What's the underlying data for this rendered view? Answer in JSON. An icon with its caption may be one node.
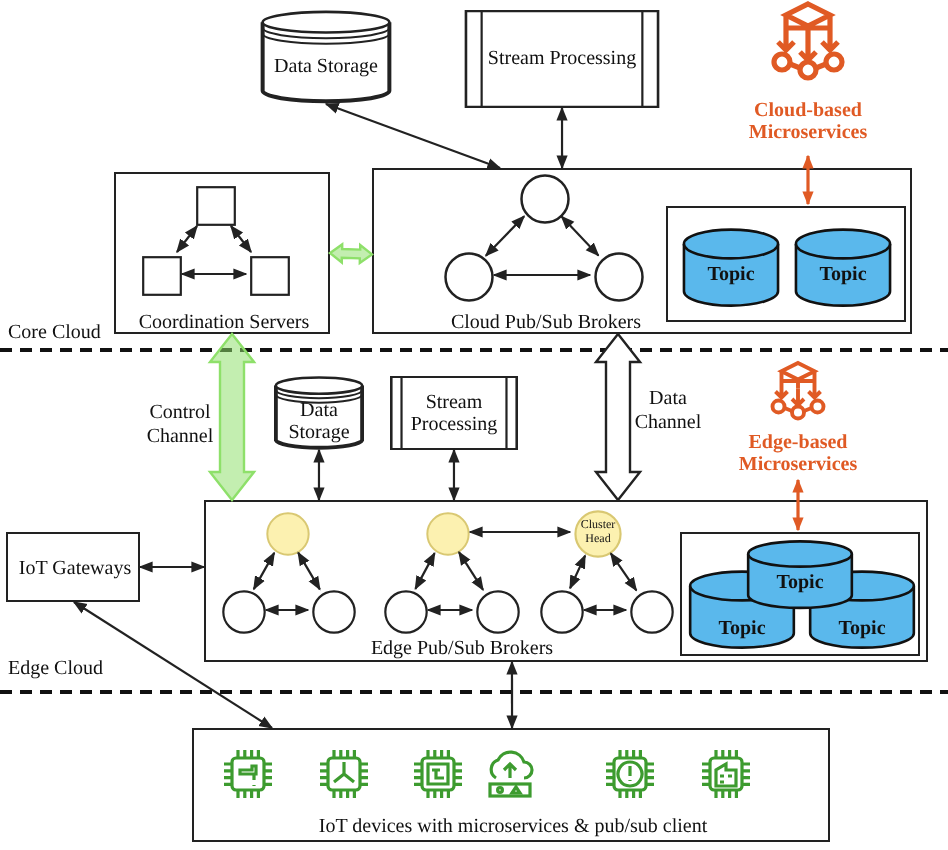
{
  "diagram": {
    "nodes": [
      {
        "text": [
          "Data Storage"
        ]
      },
      {
        "text": [
          "Stream Processing"
        ]
      },
      {
        "text": [
          "Cloud-based Microservices"
        ]
      },
      {
        "text": [
          "Coordination Servers"
        ]
      },
      {
        "text": [],
        "shape": "box",
        "in": 3
      },
      {
        "text": [],
        "shape": "box",
        "in": 3
      },
      {
        "text": [],
        "shape": "box",
        "in": 3
      },
      {
        "text": [
          "Cloud Pub/Sub Brokers"
        ]
      },
      {
        "text": [],
        "shape": "circle",
        "in": 7
      },
      {
        "text": [],
        "shape": "circle",
        "in": 7
      },
      {
        "text": [],
        "shape": "circle",
        "in": 7
      },
      {
        "text": [],
        "shape": "box",
        "in": 7
      },
      {
        "text": [
          "Topic"
        ],
        "in": 11
      },
      {
        "text": [
          "Topic"
        ],
        "in": 11
      },
      {
        "text": [
          "Data Storage"
        ]
      },
      {
        "text": [
          "Stream Processing"
        ]
      },
      {
        "text": [
          "Edge-based Microservices"
        ]
      },
      {
        "text": [
          "IoT Gateways"
        ]
      },
      {
        "text": [
          "Edge Pub/Sub Brokers"
        ]
      },
      {
        "text": [],
        "shape": "circle",
        "in": 18
      },
      {
        "text": [],
        "shape": "circle",
        "in": 18
      },
      {
        "text": [
          "Cluster Head"
        ],
        "in": 18
      },
      {
        "text": [],
        "shape": "circle",
        "in": 18
      },
      {
        "text": [],
        "shape": "circle",
        "in": 18
      },
      {
        "text": [],
        "shape": "circle",
        "in": 18
      },
      {
        "text": [],
        "shape": "circle",
        "in": 18
      },
      {
        "text": [],
        "shape": "circle",
        "in": 18
      },
      {
        "text": [],
        "shape": "circle",
        "in": 18
      },
      {
        "text": [],
        "shape": "box",
        "in": 18
      },
      {
        "text": [
          "Topic"
        ],
        "in": 28
      },
      {
        "text": [
          "Topic"
        ],
        "in": 28
      },
      {
        "text": [
          "Topic"
        ],
        "in": 28
      },
      {
        "text": [
          "IoT devices with microservices & pub/sub client"
        ]
      }
    ],
    "edges": [
      {
        "from": 0,
        "to": 7,
        "arrow": "both"
      },
      {
        "from": 1,
        "to": 7,
        "arrow": "both"
      },
      {
        "from": 2,
        "to": 11,
        "arrow": "both",
        "color": "#e05a24"
      },
      {
        "from": 3,
        "to": 7,
        "arrow": "both",
        "style": "thick",
        "color": "#8ee06a"
      },
      {
        "from": 4,
        "to": 5,
        "arrow": "both"
      },
      {
        "from": 4,
        "to": 6,
        "arrow": "both"
      },
      {
        "from": 5,
        "to": 6,
        "arrow": "both"
      },
      {
        "from": 8,
        "to": 9,
        "arrow": "both"
      },
      {
        "from": 8,
        "to": 10,
        "arrow": "both"
      },
      {
        "from": 9,
        "to": 10,
        "arrow": "both"
      },
      {
        "from": 3,
        "to": 18,
        "arrow": "both",
        "style": "thick",
        "color": "#8ee06a",
        "label": "Control Channel"
      },
      {
        "from": 7,
        "to": 18,
        "arrow": "both",
        "style": "thick",
        "label": "Data Channel"
      },
      {
        "from": 14,
        "to": 18,
        "arrow": "both"
      },
      {
        "from": 15,
        "to": 18,
        "arrow": "both"
      },
      {
        "from": 16,
        "to": 28,
        "arrow": "both",
        "color": "#e05a24"
      },
      {
        "from": 17,
        "to": 18,
        "arrow": "both"
      },
      {
        "from": 19,
        "to": 22,
        "arrow": "both"
      },
      {
        "from": 19,
        "to": 23,
        "arrow": "both"
      },
      {
        "from": 22,
        "to": 23,
        "arrow": "both"
      },
      {
        "from": 20,
        "to": 24,
        "arrow": "both"
      },
      {
        "from": 20,
        "to": 25,
        "arrow": "both"
      },
      {
        "from": 24,
        "to": 25,
        "arrow": "both"
      },
      {
        "from": 21,
        "to": 26,
        "arrow": "both"
      },
      {
        "from": 21,
        "to": 27,
        "arrow": "both"
      },
      {
        "from": 26,
        "to": 27,
        "arrow": "both"
      },
      {
        "from": 20,
        "to": 21,
        "arrow": "both"
      },
      {
        "from": 32,
        "to": 17,
        "arrow": "both"
      },
      {
        "from": 18,
        "to": 32,
        "arrow": "both"
      }
    ],
    "labels": [
      "Core Cloud",
      "Edge Cloud"
    ]
  }
}
